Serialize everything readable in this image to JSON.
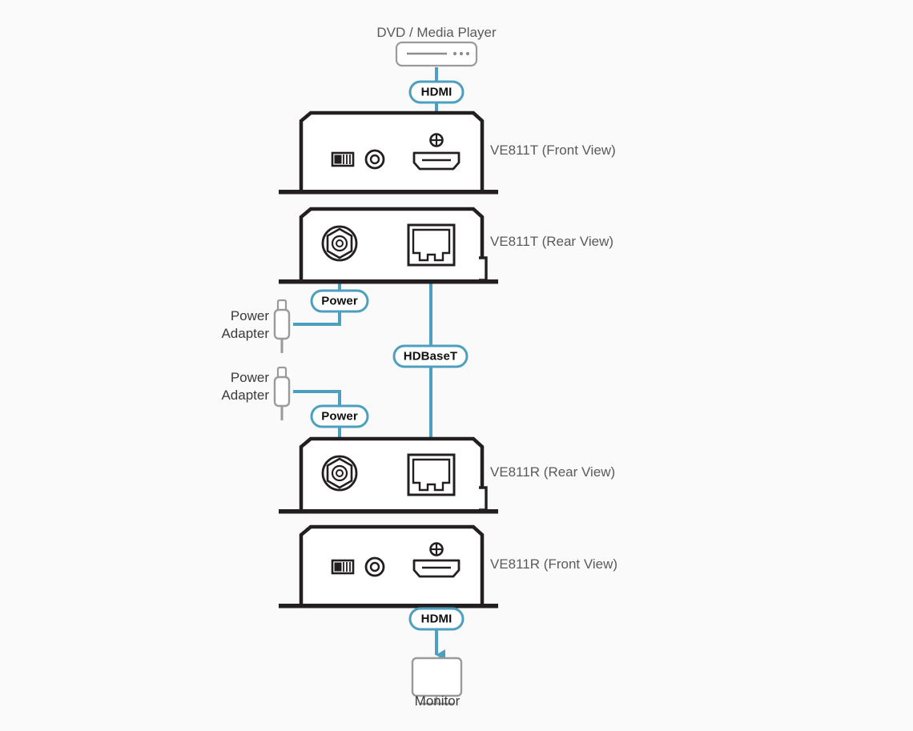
{
  "diagram": {
    "title": "VE811 HDMI HDBaseT Extender connection diagram",
    "background_color": "#fafafa",
    "colors": {
      "link": "#4d9fc0",
      "chassis": "#231f20",
      "device_outline": "#9a9a9a",
      "label_text": "#5a5a5a",
      "badge_text": "#101010"
    }
  },
  "nodes": {
    "source": {
      "label": "DVD / Media Player",
      "type": "media-player"
    },
    "transmitter_front": {
      "label": "VE811T (Front View)",
      "ports": [
        "dip-switch",
        "led-indicator",
        "hdmi-port",
        "screw"
      ]
    },
    "transmitter_rear": {
      "label": "VE811T (Rear View)",
      "ports": [
        "power-jack",
        "rj45-port"
      ]
    },
    "receiver_rear": {
      "label": "VE811R (Rear View)",
      "ports": [
        "power-jack",
        "rj45-port"
      ]
    },
    "receiver_front": {
      "label": "VE811R (Front View)",
      "ports": [
        "dip-switch",
        "led-indicator",
        "hdmi-port",
        "screw"
      ]
    },
    "display": {
      "label": "Monitor",
      "type": "monitor"
    },
    "power_adapter_top": {
      "label_line1": "Power",
      "label_line2": "Adapter"
    },
    "power_adapter_bottom": {
      "label_line1": "Power",
      "label_line2": "Adapter"
    }
  },
  "connections": [
    {
      "id": "hdmi-in",
      "badge": "HDMI",
      "from": "source",
      "to": "transmitter_front"
    },
    {
      "id": "power-tx",
      "badge": "Power",
      "from": "power_adapter_top",
      "to": "transmitter_rear"
    },
    {
      "id": "hdbaset",
      "badge": "HDBaseT",
      "from": "transmitter_rear",
      "to": "receiver_rear"
    },
    {
      "id": "power-rx",
      "badge": "Power",
      "from": "power_adapter_bottom",
      "to": "receiver_rear"
    },
    {
      "id": "hdmi-out",
      "badge": "HDMI",
      "from": "receiver_front",
      "to": "display"
    }
  ]
}
